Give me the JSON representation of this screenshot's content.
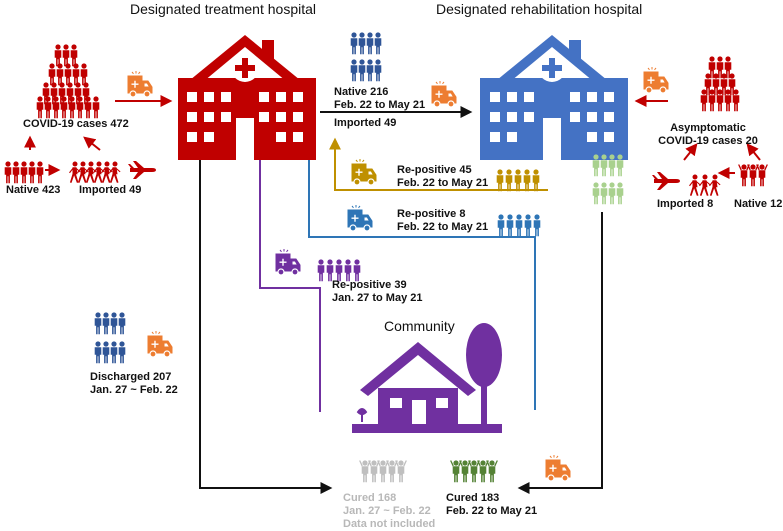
{
  "titles": {
    "treatment_hospital": "Designated treatment hospital",
    "rehabilitation_hospital": "Designated rehabilitation hospital",
    "community": "Community"
  },
  "left_cluster": {
    "total": "COVID-19 cases 472",
    "native": "Native 423",
    "imported": "Imported 49"
  },
  "right_cluster": {
    "total_line1": "Asymptomatic",
    "total_line2": "COVID-19 cases 20",
    "imported": "Imported 8",
    "native": "Native 12"
  },
  "transfer": {
    "native_line1": "Native  216",
    "native_line2": "Feb. 22 to May 21",
    "imported": "Imported 49"
  },
  "repositive_gold": {
    "line1": "Re-positive  45",
    "line2": "Feb. 22 to May 21"
  },
  "repositive_blue": {
    "line1": "Re-positive  8",
    "line2": "Feb. 22 to May 21"
  },
  "repositive_purple": {
    "line1": "Re-positive  39",
    "line2": "Jan. 27 to May 21"
  },
  "discharged": {
    "line1": "Discharged  207",
    "line2": "Jan. 27  ~  Feb. 22"
  },
  "cured_grey": {
    "line1": "Cured  168",
    "line2": "Jan. 27 ~ Feb. 22",
    "line3": "Data not included"
  },
  "cured_green": {
    "line1": "Cured  183",
    "line2": "Feb. 22 to May 21"
  },
  "colors": {
    "treatment": "#c00000",
    "rehabilitation": "#4472c4",
    "navy": "#2f5597",
    "gold": "#bf9000",
    "purple": "#7030a0",
    "ambulance": "#ed7d31",
    "green": "#548235",
    "light_green": "#a9d18e",
    "grey": "#bfbfbf"
  }
}
